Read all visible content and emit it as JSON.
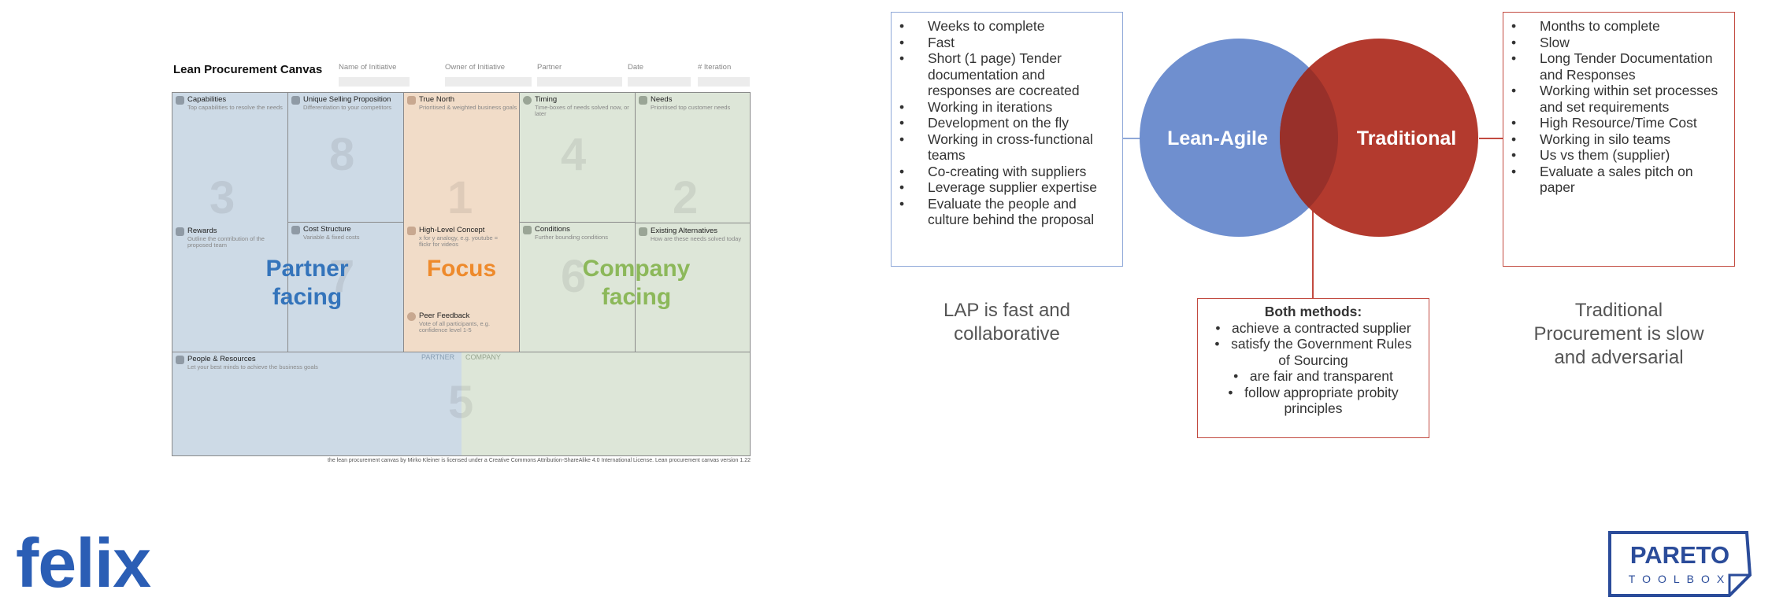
{
  "canvas": {
    "title": "Lean Procurement Canvas",
    "meta_fields": [
      "Name of Initiative",
      "Owner of Initiative",
      "Partner",
      "Date",
      "# Iteration"
    ],
    "cells": {
      "capabilities": {
        "title": "Capabilities",
        "sub": "Top capabilities to resolve the needs",
        "num": "3"
      },
      "rewards": {
        "title": "Rewards",
        "sub": "Outline the contribution of the proposed team"
      },
      "usp": {
        "title": "Unique Selling Proposition",
        "sub": "Differentiation to your competitors",
        "num": "8"
      },
      "cost": {
        "title": "Cost Structure",
        "sub": "Variable & fixed costs",
        "num": "7"
      },
      "north": {
        "title": "True North",
        "sub": "Prioritised & weighted business goals",
        "num": "1"
      },
      "concept": {
        "title": "High-Level Concept",
        "sub": "x for y analogy, e.g. youtube = flickr for videos"
      },
      "peer": {
        "title": "Peer Feedback",
        "sub": "Vote of all participants, e.g. confidence level 1-5"
      },
      "timing": {
        "title": "Timing",
        "sub": "Time-boxes of needs solved now, or later",
        "num": "4"
      },
      "conditions": {
        "title": "Conditions",
        "sub": "Further bounding conditions",
        "num": "6"
      },
      "needs": {
        "title": "Needs",
        "sub": "Prioritised top customer needs",
        "num": "2"
      },
      "alternatives": {
        "title": "Existing Alternatives",
        "sub": "How are these needs solved today"
      },
      "people": {
        "title": "People & Resources",
        "sub": "Let your best minds to achieve the business goals",
        "num": "5"
      }
    },
    "partner_tag": "PARTNER",
    "company_tag": "COMPANY",
    "overlay": {
      "partner": [
        "Partner",
        "facing"
      ],
      "focus": "Focus",
      "company": [
        "Company",
        "facing"
      ]
    },
    "footer": "the lean procurement canvas by Mirko Kleiner is licensed under a Creative Commons Attribution-ShareAlike 4.0 International License. Lean procurement canvas version 1.22"
  },
  "comparison": {
    "lean_label": "Lean-Agile",
    "traditional_label": "Traditional",
    "lean_items": [
      [
        "Weeks to complete"
      ],
      [
        "Fast"
      ],
      [
        "Short (1 page) Tender",
        "documentation and",
        "responses are cocreated"
      ],
      [
        "Working in iterations"
      ],
      [
        "Development on the fly"
      ],
      [
        "Working in cross-functional",
        "teams"
      ],
      [
        "Co-creating with suppliers"
      ],
      [
        "Leverage supplier expertise"
      ],
      [
        "Evaluate the people and",
        "culture behind the proposal"
      ]
    ],
    "traditional_items": [
      [
        "Months to complete"
      ],
      [
        "Slow"
      ],
      [
        "Long Tender Documentation",
        "and Responses"
      ],
      [
        "Working within set processes",
        "and set requirements"
      ],
      [
        "High Resource/Time Cost"
      ],
      [
        "Working in silo teams"
      ],
      [
        "Us vs them (supplier)"
      ],
      [
        "Evaluate a sales pitch on",
        "paper"
      ]
    ],
    "lean_caption": [
      "LAP is fast and",
      "collaborative"
    ],
    "traditional_caption": [
      "Traditional",
      "Procurement is slow",
      "and adversarial"
    ],
    "both": {
      "title": "Both methods:",
      "items": [
        [
          "achieve a contracted supplier"
        ],
        [
          "satisfy the Government Rules",
          "of Sourcing"
        ],
        [
          "are fair and transparent"
        ],
        [
          "follow appropriate probity",
          "principles"
        ]
      ]
    },
    "colors": {
      "lean": "#6f8fcf",
      "traditional": "#b33a2e",
      "overlap": "#98302a"
    }
  },
  "logos": {
    "felix": "felix",
    "pareto_top": "PARETO",
    "pareto_bottom": "TOOLBOX",
    "felix_color": "#2b5eb5",
    "pareto_color": "#2b4c9a"
  }
}
